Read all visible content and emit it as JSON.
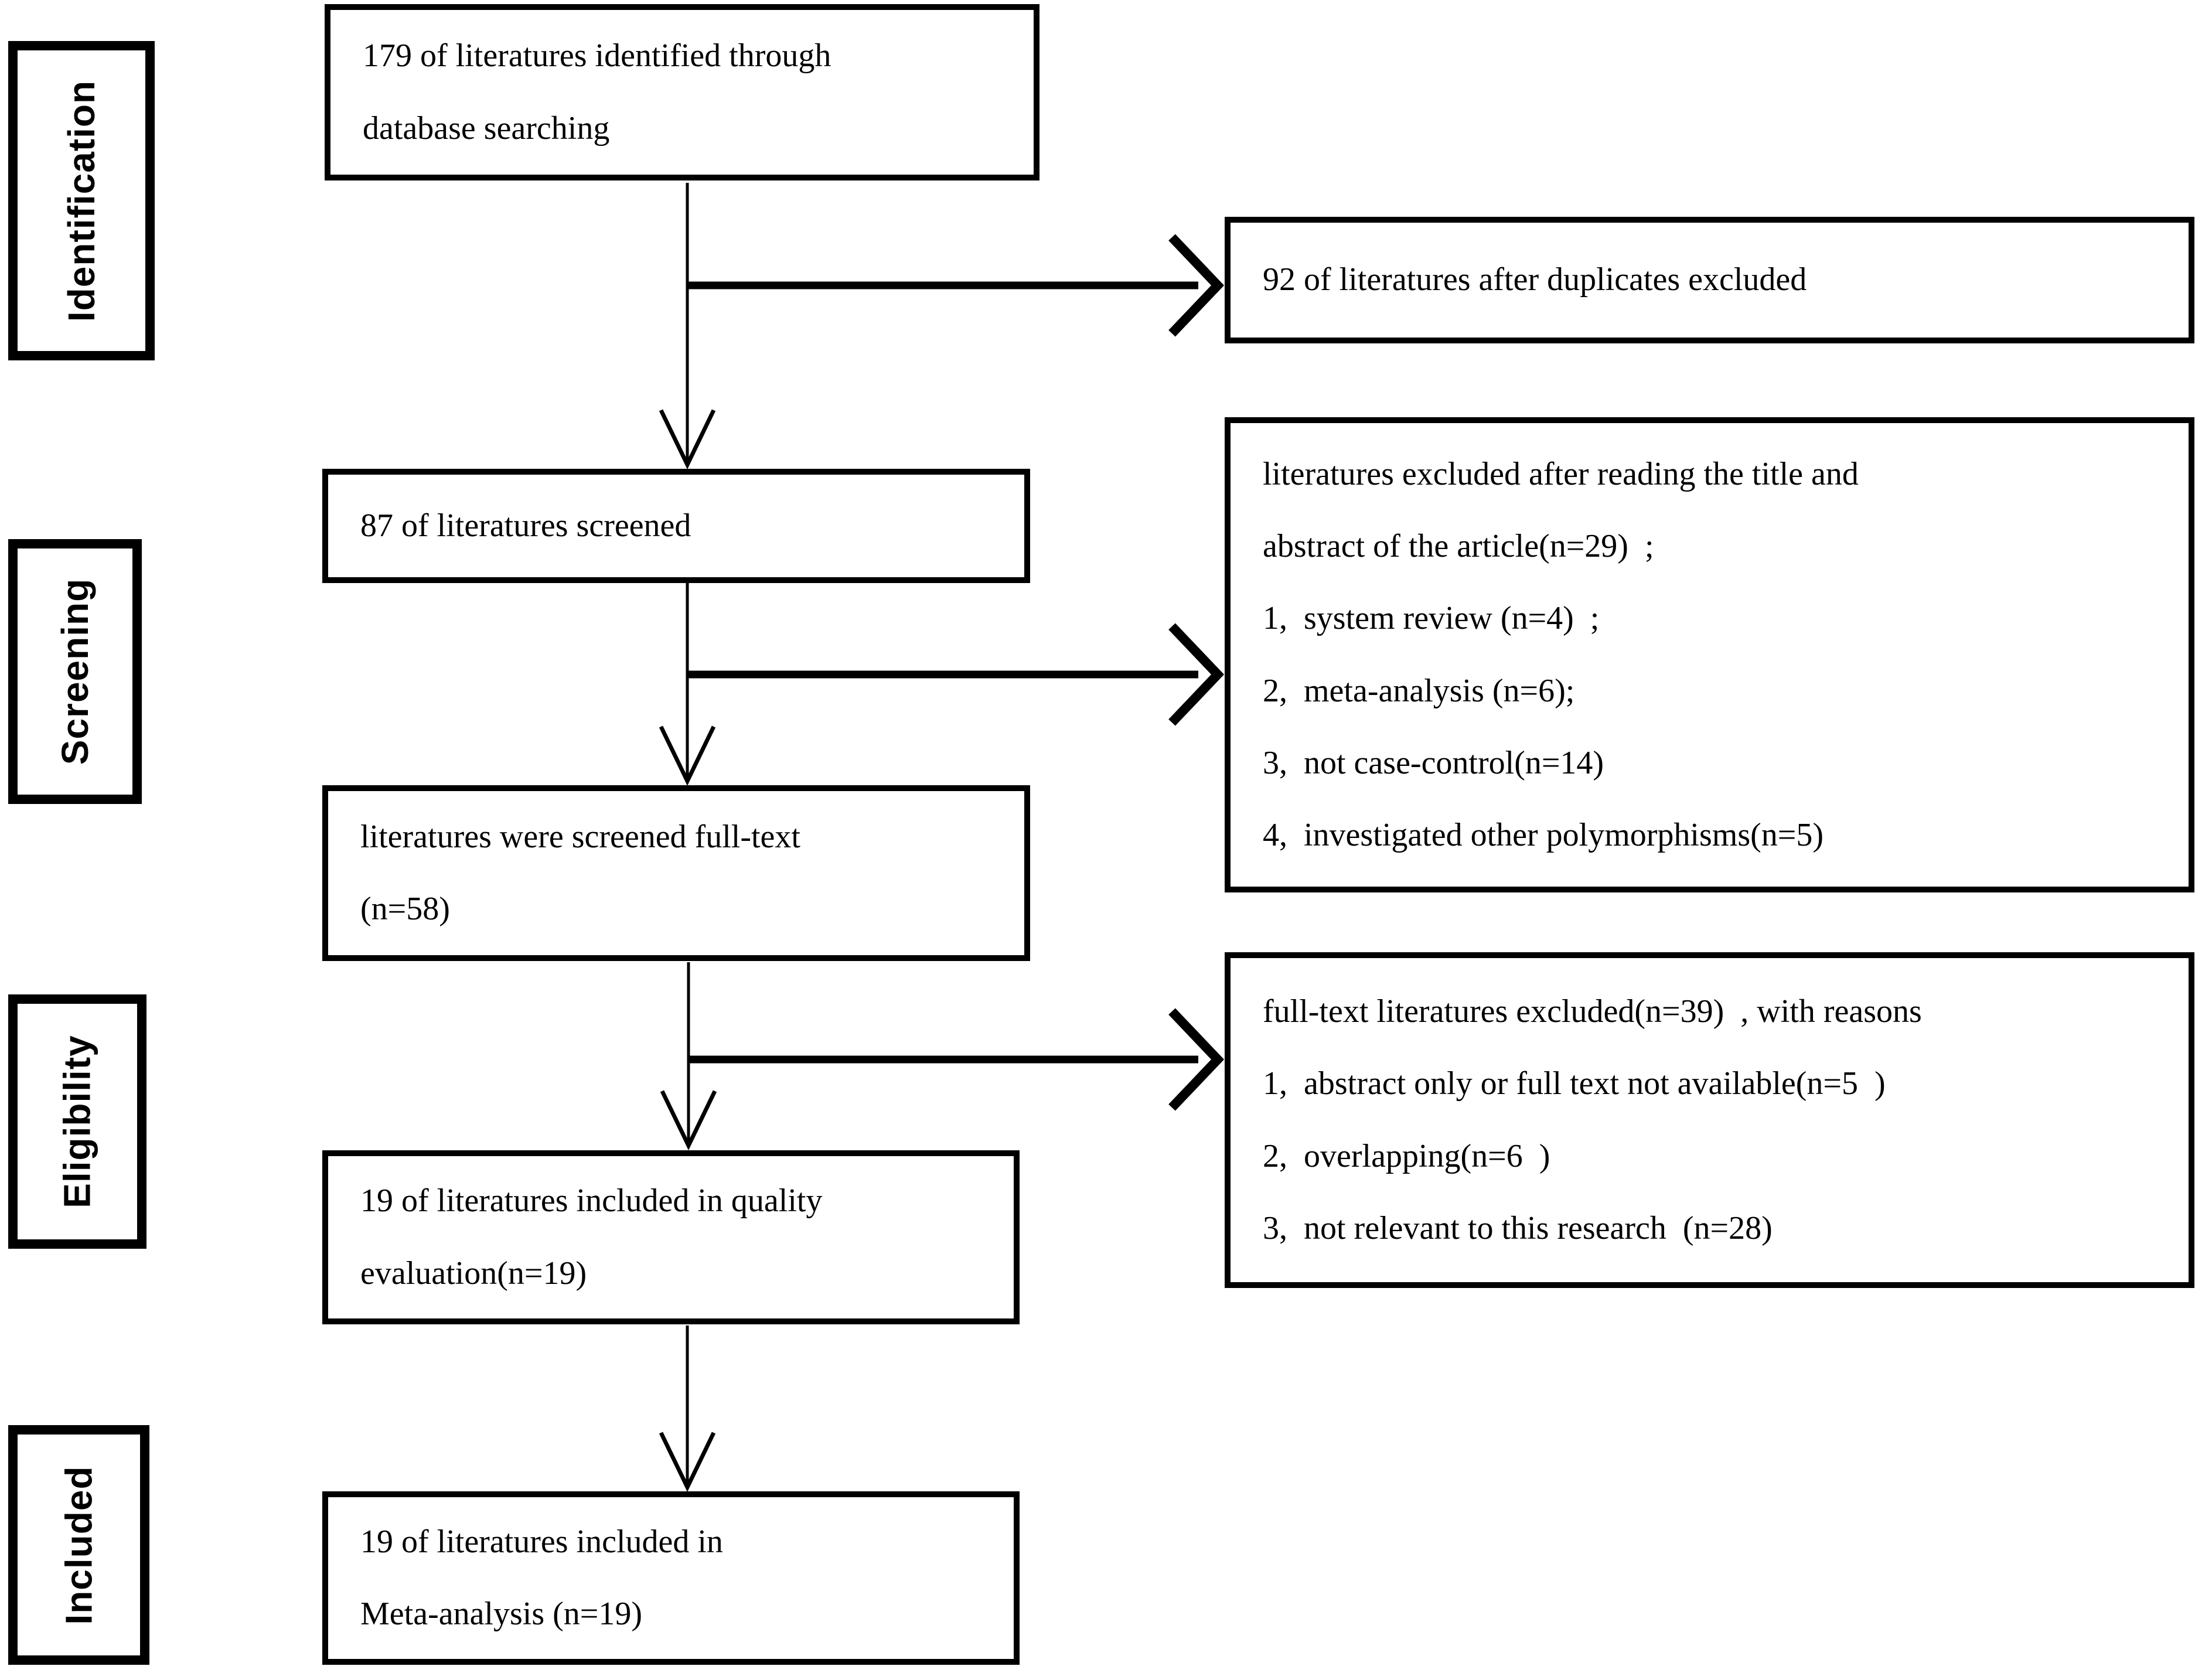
{
  "figure": {
    "background": "#ffffff",
    "line_color": "#000000"
  },
  "stages": [
    {
      "label": "Identification"
    },
    {
      "label": "Screening"
    },
    {
      "label": "Eligibility"
    },
    {
      "label": "Included"
    }
  ],
  "boxes": {
    "identified": {
      "lines": [
        "179 of literatures identified through",
        "database searching"
      ]
    },
    "duplicates_excluded": {
      "lines": [
        "92 of literatures after duplicates excluded"
      ]
    },
    "screened": {
      "lines": [
        "87 of literatures screened"
      ]
    },
    "screening_exclusions": {
      "lines": [
        "literatures excluded after reading the title and",
        "abstract of the article(n=29) ;",
        "1, system review (n=4) ;",
        "2, meta-analysis (n=6);",
        "3, not case-control(n=14)",
        "4, investigated other polymorphisms(n=5)"
      ]
    },
    "fulltext_screened": {
      "lines": [
        "literatures were screened full-text",
        "(n=58)"
      ]
    },
    "fulltext_exclusions": {
      "lines": [
        "full-text literatures excluded(n=39) , with reasons",
        "1, abstract only or full text not available(n=5 )",
        "2, overlapping(n=6 )",
        "3, not relevant to this research (n=28)"
      ]
    },
    "quality_evaluation": {
      "lines": [
        "19 of literatures included in quality",
        "evaluation(n=19)"
      ]
    },
    "meta_analysis": {
      "lines": [
        "19 of literatures included in",
        "Meta-analysis (n=19)"
      ]
    }
  }
}
